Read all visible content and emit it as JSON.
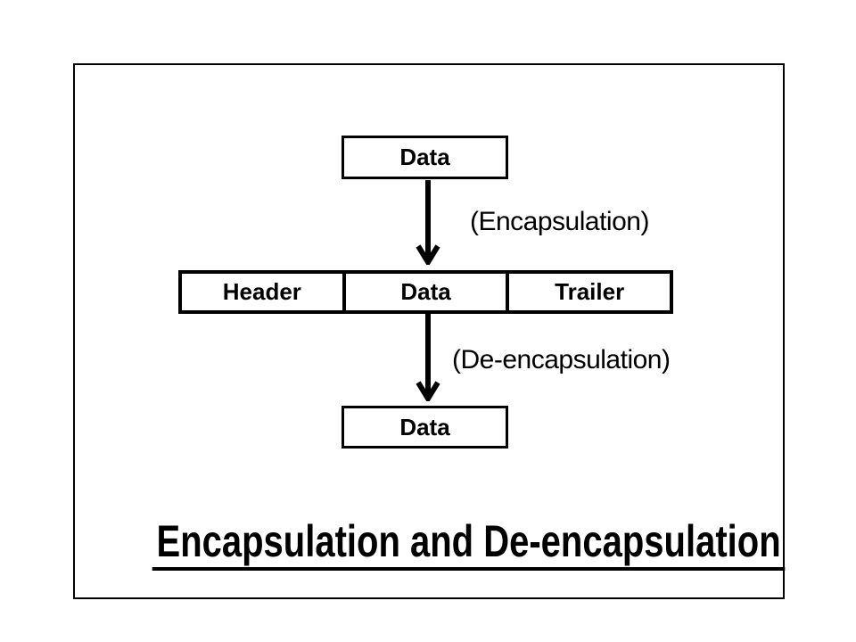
{
  "colors": {
    "ink": "#000000",
    "background": "#ffffff"
  },
  "diagram": {
    "top_box": {
      "label": "Data"
    },
    "encapsulation": {
      "label": "(Encapsulation)"
    },
    "pdu_row": {
      "cells": [
        {
          "label": "Header"
        },
        {
          "label": "Data"
        },
        {
          "label": "Trailer"
        }
      ]
    },
    "deencapsulation": {
      "label": "(De-encapsulation)"
    },
    "bottom_box": {
      "label": "Data"
    },
    "title": "Encapsulation and De-encapsulation"
  }
}
